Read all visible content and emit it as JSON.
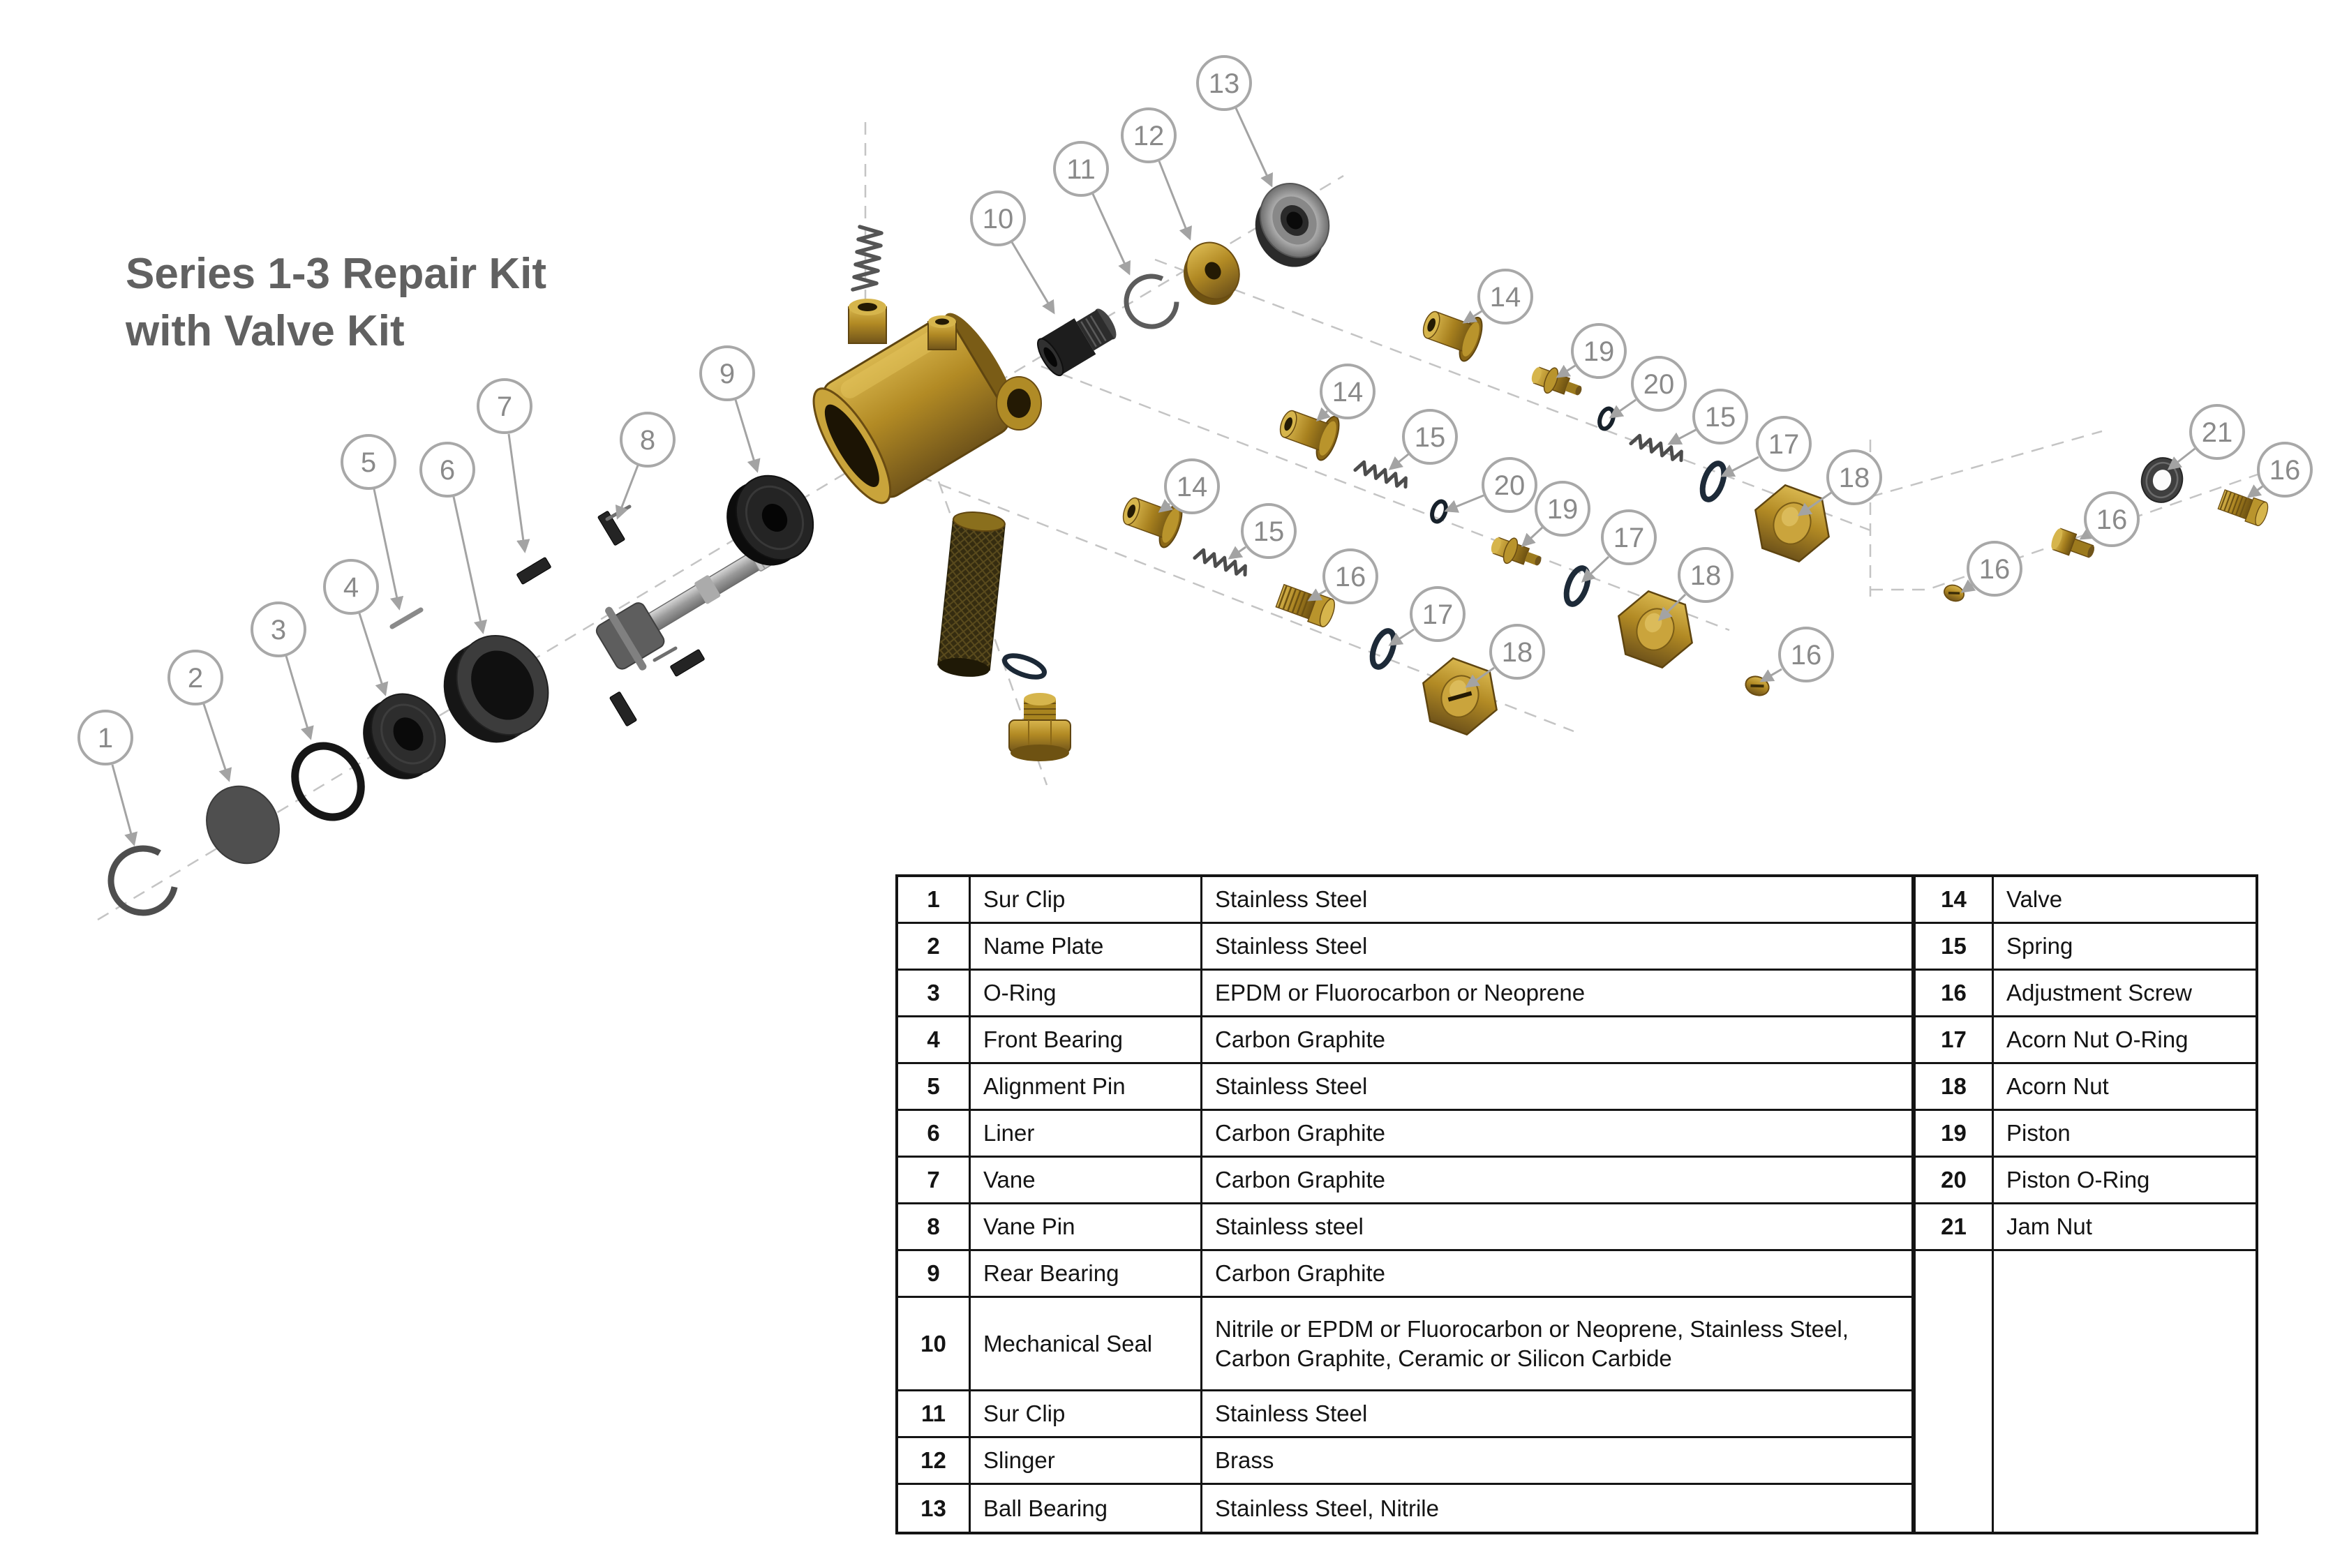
{
  "title": {
    "line1": "Series 1-3 Repair Kit",
    "line2": "with Valve Kit"
  },
  "parts_table": {
    "left": [
      {
        "num": "1",
        "name": "Sur Clip",
        "material": "Stainless Steel"
      },
      {
        "num": "2",
        "name": "Name Plate",
        "material": "Stainless Steel"
      },
      {
        "num": "3",
        "name": "O-Ring",
        "material": "EPDM or Fluorocarbon or Neoprene"
      },
      {
        "num": "4",
        "name": "Front Bearing",
        "material": "Carbon Graphite"
      },
      {
        "num": "5",
        "name": "Alignment Pin",
        "material": "Stainless Steel"
      },
      {
        "num": "6",
        "name": "Liner",
        "material": "Carbon Graphite"
      },
      {
        "num": "7",
        "name": "Vane",
        "material": "Carbon Graphite"
      },
      {
        "num": "8",
        "name": "Vane Pin",
        "material": "Stainless steel"
      },
      {
        "num": "9",
        "name": "Rear Bearing",
        "material": "Carbon Graphite"
      },
      {
        "num": "10",
        "name": "Mechanical Seal",
        "material": "Nitrile or EPDM or Fluorocarbon or Neoprene, Stainless Steel, Carbon Graphite, Ceramic or Silicon Carbide"
      },
      {
        "num": "11",
        "name": "Sur Clip",
        "material": "Stainless Steel"
      },
      {
        "num": "12",
        "name": "Slinger",
        "material": "Brass"
      },
      {
        "num": "13",
        "name": "Ball Bearing",
        "material": "Stainless Steel, Nitrile"
      }
    ],
    "right": [
      {
        "num": "14",
        "name": "Valve"
      },
      {
        "num": "15",
        "name": "Spring"
      },
      {
        "num": "16",
        "name": "Adjustment Screw"
      },
      {
        "num": "17",
        "name": "Acorn Nut O-Ring"
      },
      {
        "num": "18",
        "name": "Acorn Nut"
      },
      {
        "num": "19",
        "name": "Piston"
      },
      {
        "num": "20",
        "name": "Piston O-Ring"
      },
      {
        "num": "21",
        "name": "Jam Nut"
      }
    ]
  },
  "callout_labels": [
    "1",
    "2",
    "3",
    "4",
    "5",
    "6",
    "7",
    "8",
    "9",
    "10",
    "11",
    "12",
    "13",
    "14",
    "14",
    "14",
    "15",
    "15",
    "15",
    "16",
    "16",
    "16",
    "16",
    "16",
    "17",
    "17",
    "17",
    "18",
    "18",
    "18",
    "19",
    "19",
    "20",
    "20",
    "21"
  ],
  "colors": {
    "brass": "#b28a24",
    "graphite": "#2d2d2d",
    "callout": "#a3a3a3",
    "title_text": "#616161",
    "table_border": "#141414"
  }
}
